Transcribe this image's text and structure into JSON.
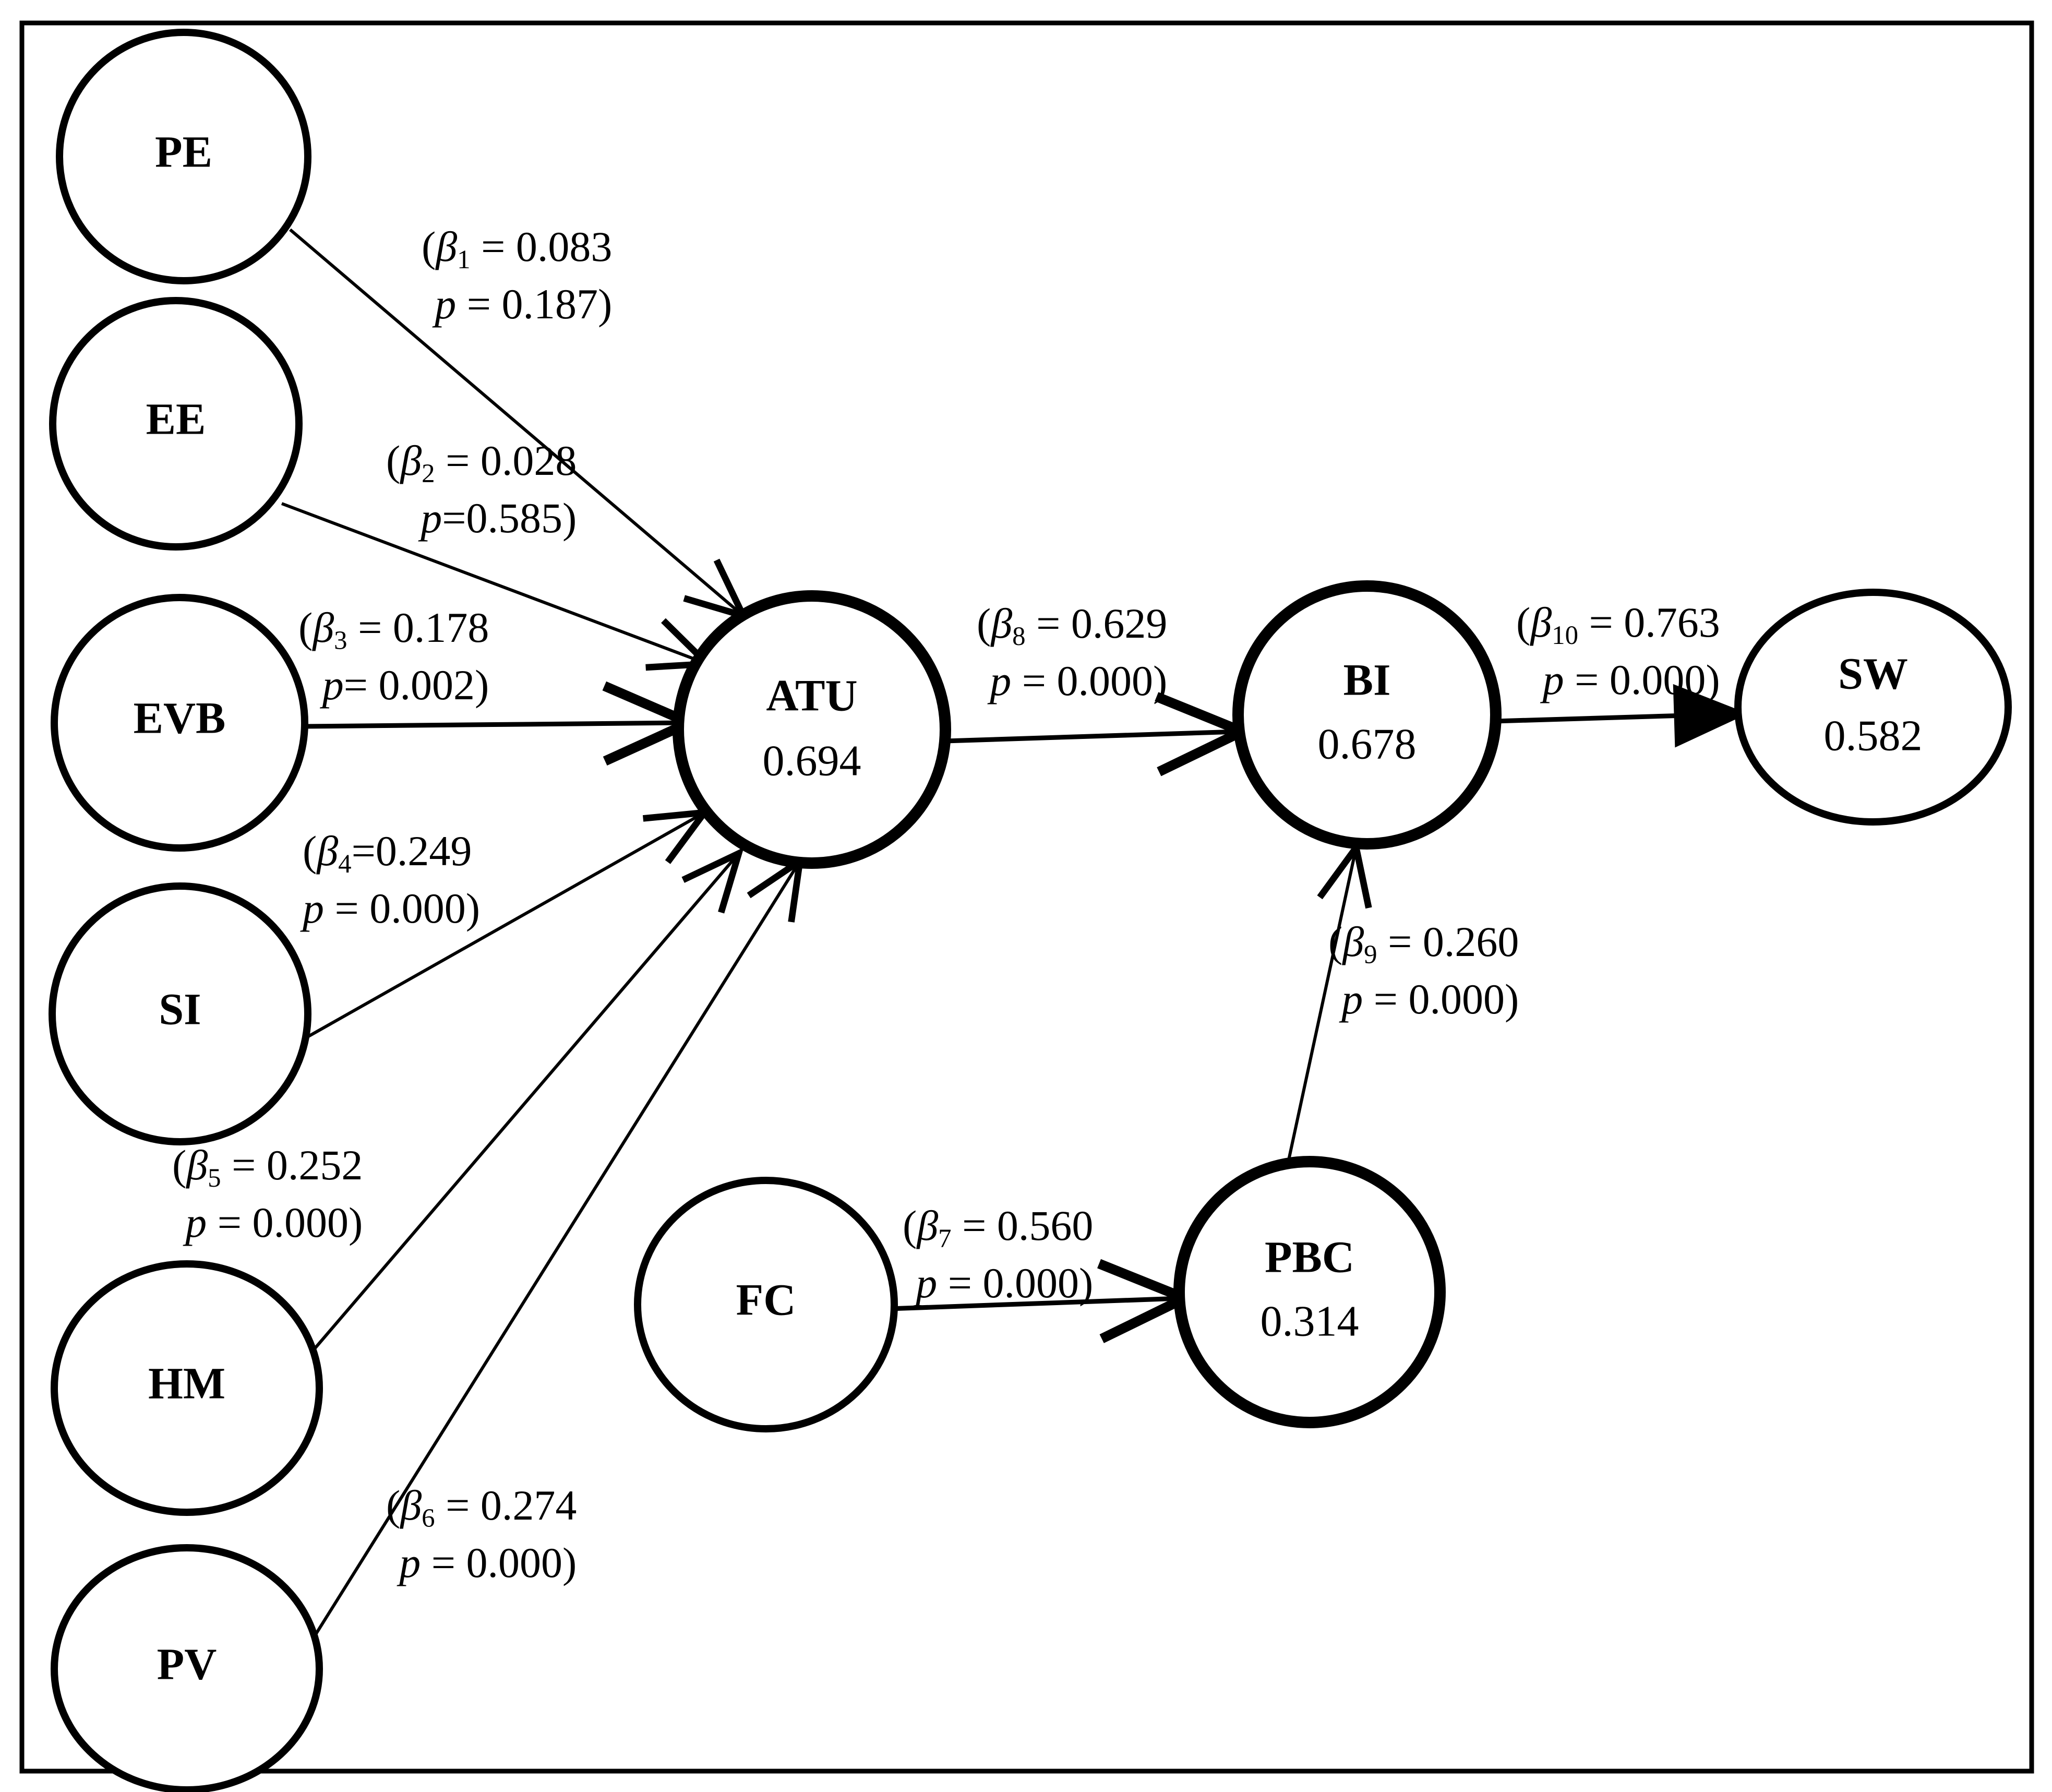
{
  "figure": {
    "type": "sem-path-diagram",
    "border_color": "#000000",
    "background_color": "#ffffff",
    "node_stroke_color": "#000000",
    "edge_stroke_color": "#000000"
  },
  "nodes": [
    {
      "id": "PE",
      "label": "PE",
      "value": ""
    },
    {
      "id": "EE",
      "label": "EE",
      "value": ""
    },
    {
      "id": "EVB",
      "label": "EVB",
      "value": ""
    },
    {
      "id": "SI",
      "label": "SI",
      "value": ""
    },
    {
      "id": "HM",
      "label": "HM",
      "value": ""
    },
    {
      "id": "PV",
      "label": "PV",
      "value": ""
    },
    {
      "id": "FC",
      "label": "FC",
      "value": ""
    },
    {
      "id": "ATU",
      "label": "ATU",
      "value": "0.694"
    },
    {
      "id": "PBC",
      "label": "PBC",
      "value": "0.314"
    },
    {
      "id": "BI",
      "label": "BI",
      "value": "0.678"
    },
    {
      "id": "SW",
      "label": "SW",
      "value": "0.582"
    }
  ],
  "paths": [
    {
      "id": "b1",
      "from": "PE",
      "to": "ATU",
      "open": "(",
      "beta": "β",
      "sub": "1",
      "eq": " = ",
      "coef": "0.083",
      "p_italic": "p",
      "p_eq": " = ",
      "p_val": "0.187",
      "close": ")"
    },
    {
      "id": "b2",
      "from": "EE",
      "to": "ATU",
      "open": "(",
      "beta": "β",
      "sub": "2",
      "eq": " = ",
      "coef": "0.028",
      "p_italic": "p",
      "p_eq": "=",
      "p_val": "0.585",
      "close": ")"
    },
    {
      "id": "b3",
      "from": "EVB",
      "to": "ATU",
      "open": "(",
      "beta": "β",
      "sub": "3",
      "eq": " = ",
      "coef": "0.178",
      "p_italic": "p",
      "p_eq": "= ",
      "p_val": "0.002",
      "close": ")"
    },
    {
      "id": "b4",
      "from": "SI",
      "to": "ATU",
      "open": "(",
      "beta": "β",
      "sub": "4",
      "eq": "=",
      "coef": "0.249",
      "p_italic": "p",
      "p_eq": " = ",
      "p_val": "0.000",
      "close": ")"
    },
    {
      "id": "b5",
      "from": "HM",
      "to": "ATU",
      "open": "(",
      "beta": "β",
      "sub": "5",
      "eq": " = ",
      "coef": "0.252",
      "p_italic": "p",
      "p_eq": " = ",
      "p_val": "0.000",
      "close": ")"
    },
    {
      "id": "b6",
      "from": "PV",
      "to": "ATU",
      "open": "(",
      "beta": "β",
      "sub": "6",
      "eq": " = ",
      "coef": "0.274",
      "p_italic": "p",
      "p_eq": " = ",
      "p_val": "0.000",
      "close": ")"
    },
    {
      "id": "b7",
      "from": "FC",
      "to": "PBC",
      "open": "(",
      "beta": "β",
      "sub": "7",
      "eq": " = ",
      "coef": "0.560",
      "p_italic": "p",
      "p_eq": " = ",
      "p_val": "0.000",
      "close": ")"
    },
    {
      "id": "b8",
      "from": "ATU",
      "to": "BI",
      "open": "(",
      "beta": "β",
      "sub": "8",
      "eq": " = ",
      "coef": "0.629",
      "p_italic": "p",
      "p_eq": " = ",
      "p_val": "0.000",
      "close": ")"
    },
    {
      "id": "b9",
      "from": "PBC",
      "to": "BI",
      "open": "(",
      "beta": "β",
      "sub": "9",
      "eq": " = ",
      "coef": "0.260",
      "p_italic": "p",
      "p_eq": " = ",
      "p_val": "0.000",
      "close": ")"
    },
    {
      "id": "b10",
      "from": "BI",
      "to": "SW",
      "open": "(",
      "beta": "β",
      "sub": "10",
      "eq": " = ",
      "coef": "0.763",
      "p_italic": "p",
      "p_eq": " = ",
      "p_val": "0.000",
      "close": ")"
    }
  ]
}
